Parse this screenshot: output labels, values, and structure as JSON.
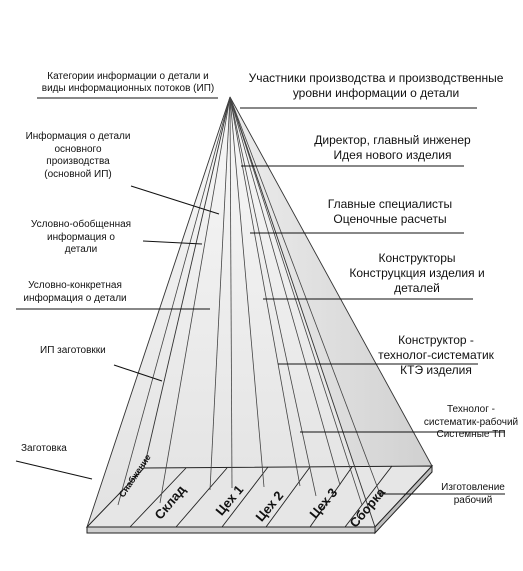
{
  "header": {
    "left_title": [
      "Категории информации о детали и",
      "виды информационных потоков (ИП)"
    ],
    "right_title": [
      "Участники производства и производственные",
      "уровни информации о детали"
    ]
  },
  "left_labels": [
    [
      "Информация о детали",
      "основного",
      "производства",
      "(основной ИП)"
    ],
    [
      "Условно-обобщенная",
      "информация о",
      "детали"
    ],
    [
      "Условно-конкретная",
      "информация о детали"
    ],
    [
      "ИП заготовкки"
    ],
    [
      "Заготовка"
    ]
  ],
  "right_labels": [
    [
      "Директор, главный инженер",
      "Идея нового изделия"
    ],
    [
      "Главные специалисты",
      "Оценочные расчеты"
    ],
    [
      "Конструкторы",
      "Конструцкция изделия и",
      "деталей"
    ],
    [
      "Конструктор -",
      "технолог-систематик",
      "КТЭ изделия"
    ],
    [
      "Технолог -",
      "систематик-рабочий",
      "Системные ТП"
    ],
    [
      "Изготовление",
      "рабочий"
    ]
  ],
  "base_sections": [
    "Снабжение",
    "Склад",
    "Цех 1",
    "Цех 2",
    "Цех 3",
    "Сборка"
  ]
}
